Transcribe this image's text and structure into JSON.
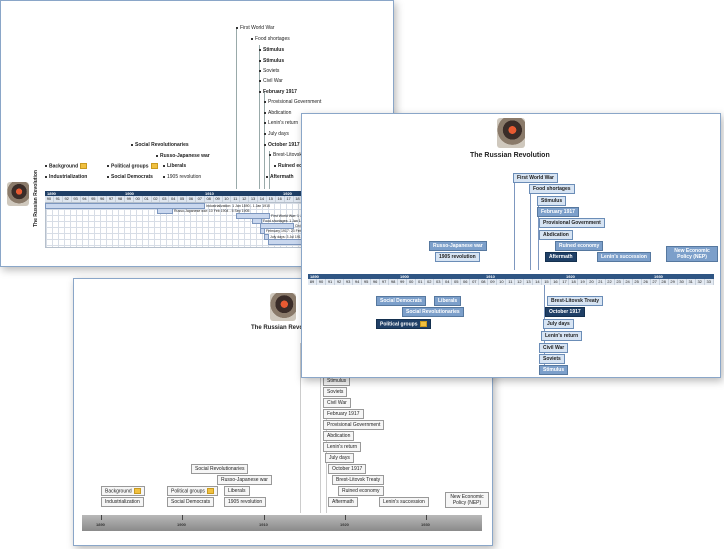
{
  "title": "The Russian Revolution",
  "decades": [
    "1890",
    "1900",
    "1910",
    "1920",
    "1930"
  ],
  "years": [
    "89",
    "90",
    "91",
    "92",
    "93",
    "94",
    "95",
    "96",
    "97",
    "98",
    "99",
    "00",
    "01",
    "02",
    "03",
    "04",
    "05",
    "06",
    "07",
    "08",
    "09",
    "10",
    "11",
    "12",
    "13",
    "14",
    "15",
    "16",
    "17",
    "18",
    "19",
    "20",
    "21",
    "22",
    "23",
    "24",
    "25",
    "26",
    "27",
    "28",
    "29",
    "30",
    "31",
    "32",
    "33"
  ],
  "events": {
    "first_world_war": "First World War",
    "food_shortages": "Food shortages",
    "stimulus": "Stimulus",
    "soviets": "Soviets",
    "civil_war": "Civil War",
    "february_1917": "February 1917",
    "provisional_government": "Provisional Government",
    "abdication": "Abdication",
    "lenins_return": "Lenin's return",
    "july_days": "July days",
    "october_1917": "October 1917",
    "brest_litovsk": "Brest-Litovsk Treaty",
    "ruined_economy": "Ruined economy",
    "aftermath": "Aftermath",
    "lenins_succession": "Lenin's succession",
    "nep": "New Economic Policy (NEP)",
    "social_revolutionaries": "Social Revolutionaries",
    "russo_japanese_war": "Russo-Japanese war",
    "background": "Background",
    "political_groups": "Political groups",
    "liberals": "Liberals",
    "industrialization": "Industrialization",
    "social_democrats": "Social Democrats",
    "revolution_1905": "1905 revolution"
  },
  "gantt_bars": [
    "Industrialization: 1 Jan 1890 - 1 Jan 1910",
    "Russo-Japanese war: 10 Feb 1904 - 5 Sep 1905",
    "First World War: 1 Jan 1914 - 1 Jan 1918",
    "Food shortages: 1 Jan 1916 - 31 Dec 1916",
    "Civil War: 1 Jan 1917 - 1 Jan 1921",
    "February 1917: 23 Feb 1917 - 27 Feb 1917",
    "July days: 3 Jul 1917 - 7 Jul 1917",
    "Aftermath: 1 Jan 1918 - 1 Jan 1924"
  ]
}
